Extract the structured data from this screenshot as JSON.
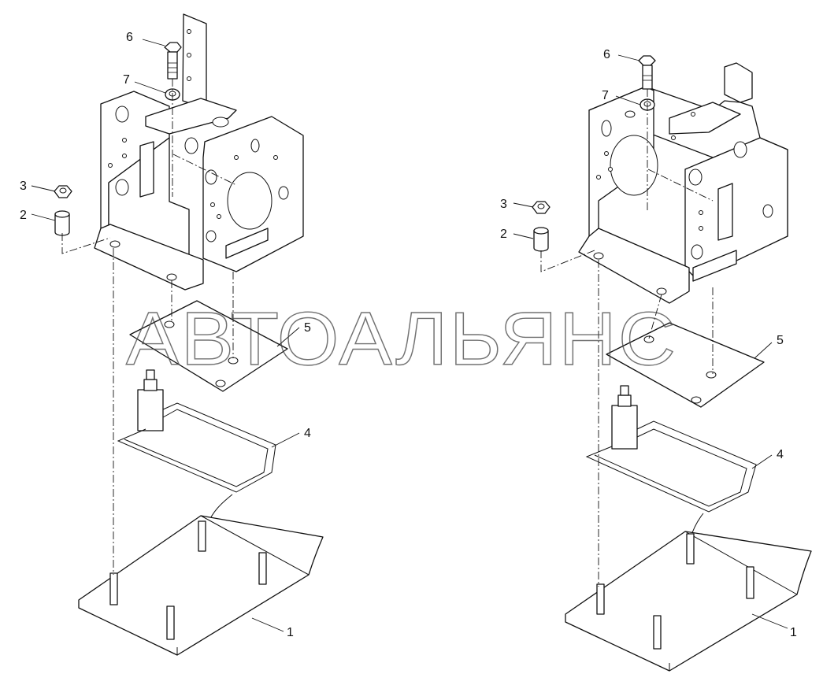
{
  "watermark": "АВТОАЛЬЯНС",
  "left_assembly": {
    "callouts": {
      "c6": "6",
      "c7": "7",
      "c3": "3",
      "c2": "2",
      "c5": "5",
      "c4": "4",
      "c1": "1"
    }
  },
  "right_assembly": {
    "callouts": {
      "c6": "6",
      "c7": "7",
      "c3": "3",
      "c2": "2",
      "c5": "5",
      "c4": "4",
      "c1": "1"
    }
  },
  "colors": {
    "line": "#111111",
    "background": "#ffffff",
    "watermark": "#444444"
  }
}
